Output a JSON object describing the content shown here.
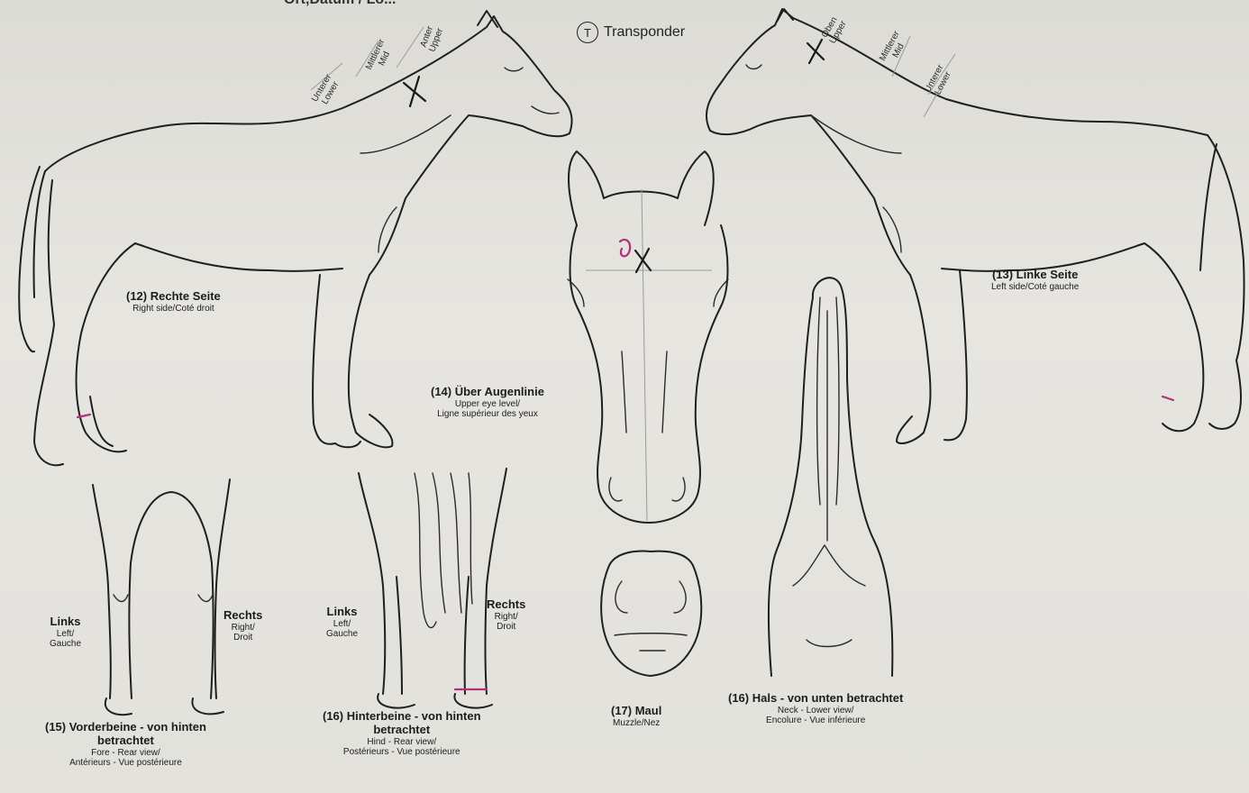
{
  "header_cut": "Ort,Datum / Lo...",
  "transponder": {
    "symbol": "T",
    "label": "Transponder"
  },
  "neck_scale_right": {
    "upper": [
      "Unterer",
      "Lower"
    ],
    "mid": [
      "Mittlerer",
      "Mid"
    ],
    "lower": [
      "Anter",
      "Upper"
    ]
  },
  "neck_scale_left": {
    "upper": [
      "Oben",
      "Upper"
    ],
    "mid": [
      "Mittlerer",
      "Mid"
    ],
    "lower": [
      "Unterer",
      "Lower"
    ]
  },
  "labels": {
    "right_side": {
      "title": "(12) Rechte Seite",
      "sub": "Right side/Coté droit"
    },
    "left_side": {
      "title": "(13) Linke Seite",
      "sub": "Left side/Coté gauche"
    },
    "upper_eye": {
      "title": "(14) Über Augenlinie",
      "sub1": "Upper eye level/",
      "sub2": "Ligne supérieur des yeux"
    },
    "forelegs": {
      "title1": "(15) Vorderbeine - von hinten",
      "title2": "betrachtet",
      "sub1": "Fore - Rear view/",
      "sub2": "Antérieurs - Vue postérieure"
    },
    "hindlegs": {
      "title1": "(16) Hinterbeine - von hinten",
      "title2": "betrachtet",
      "sub1": "Hind - Rear view/",
      "sub2": "Postérieurs - Vue postérieure"
    },
    "muzzle": {
      "title": "(17) Maul",
      "sub": "Muzzle/Nez"
    },
    "neck": {
      "title": "(16) Hals - von unten betrachtet",
      "sub1": "Neck - Lower view/",
      "sub2": "Encolure - Vue inférieure"
    },
    "fore_left": {
      "title": "Links",
      "sub1": "Left/",
      "sub2": "Gauche"
    },
    "fore_right": {
      "title": "Rechts",
      "sub1": "Right/",
      "sub2": "Droit"
    },
    "hind_left": {
      "title": "Links",
      "sub1": "Left/",
      "sub2": "Gauche"
    },
    "hind_right": {
      "title": "Rechts",
      "sub1": "Right/",
      "sub2": "Droit"
    }
  },
  "colors": {
    "line": "#1f1f1f",
    "paper": "#e4e3de",
    "marker": "#b0307a"
  }
}
